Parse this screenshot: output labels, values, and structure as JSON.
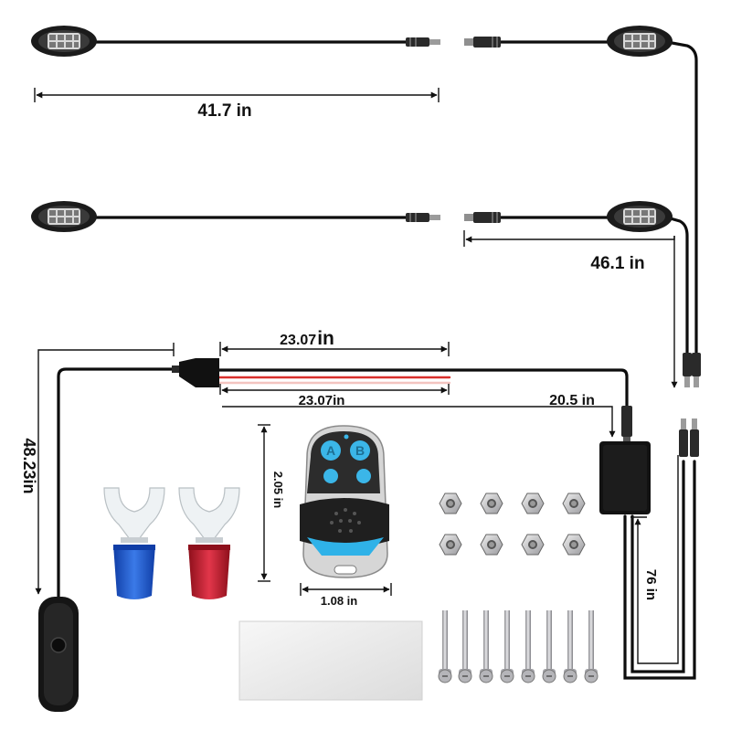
{
  "dimensions": {
    "top_pod_length": "41.7 in",
    "pod_drop_length": "46.1 in",
    "upper_wire": "23.07",
    "upper_wire_unit": "in",
    "lower_wire": "23.07in",
    "control_wire": "20.5 in",
    "switch_wire": "48.23in",
    "remote_height": "2.05 in",
    "remote_width": "1.08 in",
    "box_wire": "76 in"
  },
  "remote": {
    "button_a": "A",
    "button_b": "B"
  },
  "colors": {
    "cable": "#0d0d0d",
    "red_wire": "#d9302c",
    "remote_button": "#3bb6e8",
    "ring_terminal_blue": "#1f57c8",
    "ring_terminal_red": "#c21b2a",
    "nut": "#c9c9cc"
  }
}
